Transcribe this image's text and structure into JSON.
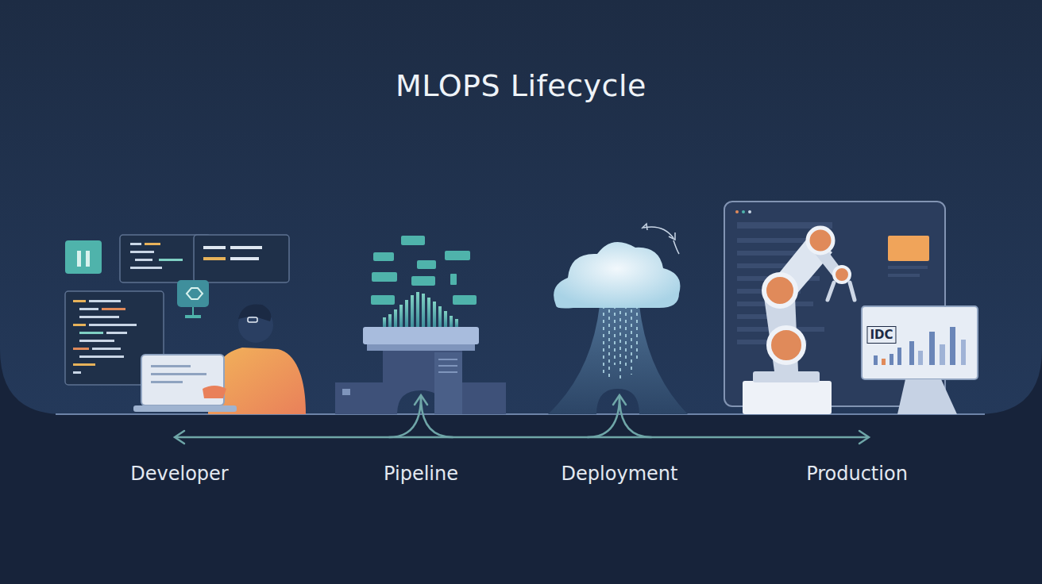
{
  "diagram": {
    "title": "MLOPS Lifecycle",
    "labels": [
      "Developer",
      "Pipeline",
      "Deployment",
      "Production",
      "IDC"
    ]
  }
}
